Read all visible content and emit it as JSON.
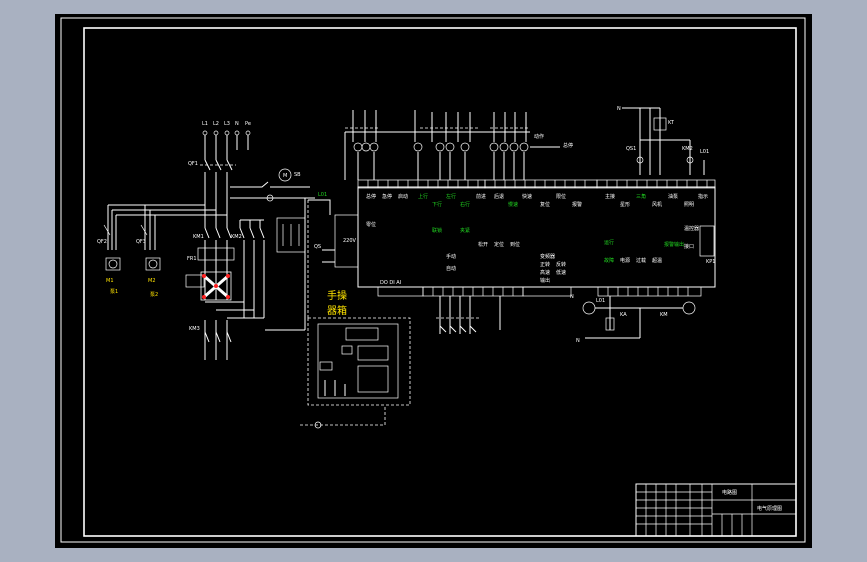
{
  "colors": {
    "background": "#a9b1c1",
    "sheet": "#000000",
    "line": "#ffffff",
    "accent_yellow": "#ffe400",
    "accent_green": "#21d621",
    "accent_red": "#ff2020"
  },
  "labels": {
    "hand_box_line1": "手操",
    "hand_box_line2": "器箱",
    "title_block_top": "电路图",
    "title_block_right": "电气原理图"
  },
  "power_section": {
    "phase_labels": [
      "L1",
      "L2",
      "L3",
      "N",
      "Pe"
    ],
    "breaker": "QF1",
    "contactors": [
      "KM1",
      "KM2"
    ],
    "overload": "FR1",
    "motor": "M"
  }
}
